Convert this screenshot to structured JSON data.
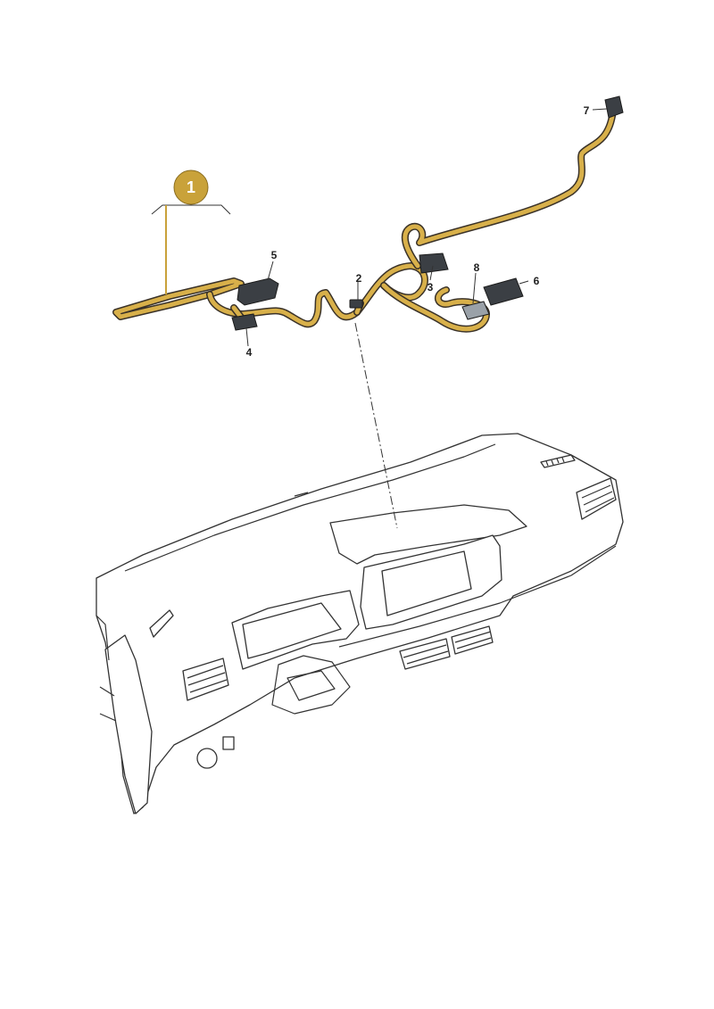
{
  "diagram": {
    "main_part_number": "1",
    "callouts": {
      "c2": "2",
      "c3": "3",
      "c4": "4",
      "c5": "5",
      "c6": "6",
      "c7": "7",
      "c8": "8"
    }
  },
  "colors": {
    "harness": "#d8b04a",
    "harness_outline": "#3a3228",
    "badge": "#c9a23a",
    "dashboard_fill": "#eef3f7",
    "connector": "#3b3f44"
  }
}
